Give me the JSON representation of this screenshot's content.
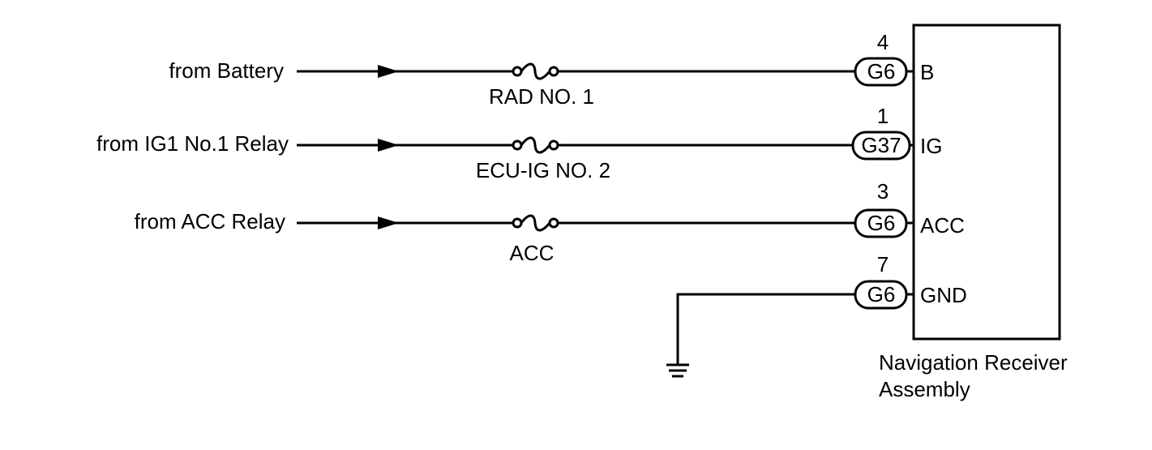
{
  "circuits": [
    {
      "source": "from Battery",
      "fuse": "RAD NO. 1",
      "connector": "G6",
      "pin": "4",
      "terminal": "B"
    },
    {
      "source": "from IG1 No.1 Relay",
      "fuse": "ECU-IG NO. 2",
      "connector": "G37",
      "pin": "1",
      "terminal": "IG"
    },
    {
      "source": "from ACC Relay",
      "fuse": "ACC",
      "connector": "G6",
      "pin": "3",
      "terminal": "ACC"
    }
  ],
  "ground": {
    "connector": "G6",
    "pin": "7",
    "terminal": "GND"
  },
  "component": {
    "name_line1": "Navigation Receiver",
    "name_line2": "Assembly"
  }
}
